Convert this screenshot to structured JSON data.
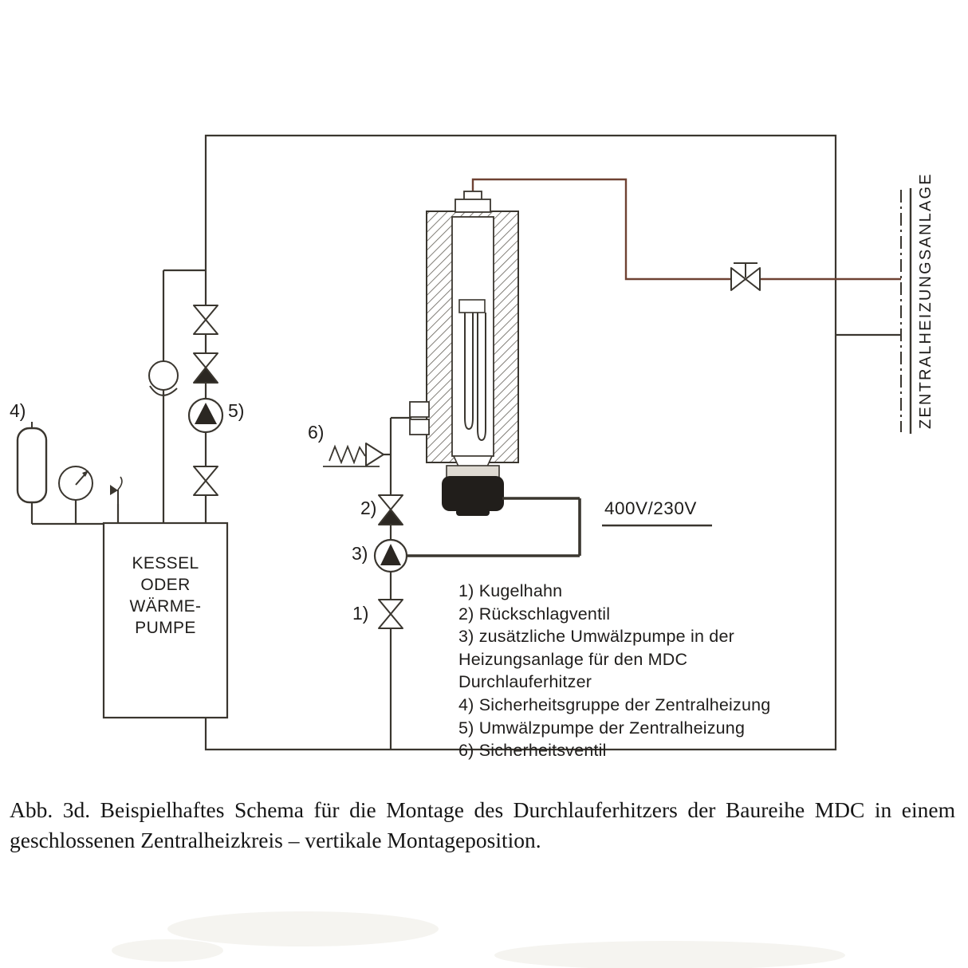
{
  "colors": {
    "line": "#3a362f",
    "accent_pipe": "#6f4233",
    "head_fill": "#211e1b",
    "background": "#ffffff"
  },
  "callouts": {
    "c1": "1)",
    "c2": "2)",
    "c3": "3)",
    "c4": "4)",
    "c5": "5)",
    "c6": "6)"
  },
  "boiler": {
    "lines": [
      "KESSEL",
      "ODER",
      "WÄRME-",
      "PUMPE"
    ]
  },
  "power_label": "400V/230V",
  "central_heating_label": "ZENTRALHEIZUNGSANLAGE",
  "legend": {
    "lines": [
      "1) Kugelhahn",
      "2) Rückschlagventil",
      "3) zusätzliche Umwälzpumpe in der",
      "Heizungsanlage für den MDC",
      "Durchlauferhitzer",
      "4) Sicherheitsgruppe der Zentralheizung",
      "5) Umwälzpumpe der Zentralheizung",
      "6) Sicherheitsventil"
    ]
  },
  "caption": "Abb. 3d. Beispielhaftes Schema für die Montage des Durchlauferhitzers der Baureihe MDC in einem geschlossenen Zentralheizkreis – vertikale Montageposition.",
  "symbols": {
    "ball_valve": "bowtie-valve",
    "check_valve": "bowtie-valve-half-filled",
    "pump": "circle-with-filled-triangle",
    "safety_valve": "spring-loaded-valve",
    "expansion_vessel": "capsule",
    "pressure_gauge": "dial-with-needle",
    "system_boundary": "dash-dot-line"
  }
}
